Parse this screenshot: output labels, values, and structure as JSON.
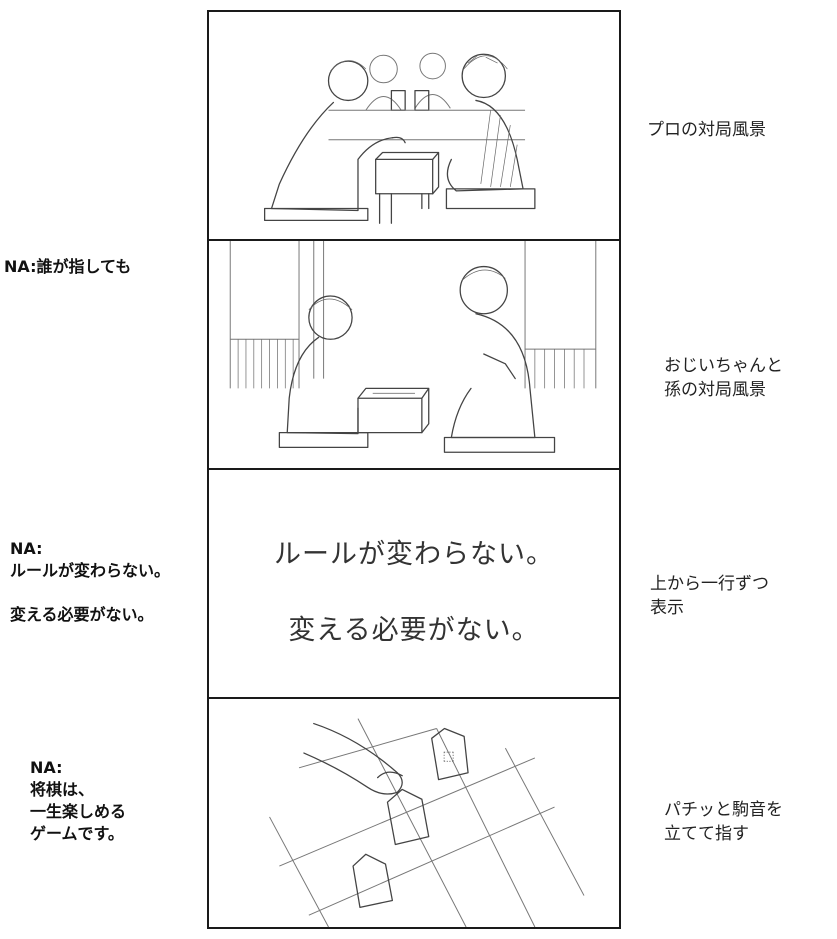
{
  "panels": [
    {
      "note": "プロの対局風景",
      "na": ""
    },
    {
      "note": "おじいちゃんと\n孫の対局風景",
      "na": "NA:誰が指しても"
    },
    {
      "note": "上から一行ずつ\n表示",
      "na": "NA:\nルールが変わらない。\n\n変える必要がない。",
      "screen_lines": [
        "ルールが変わらない。",
        "変える必要がない。"
      ]
    },
    {
      "note": "パチッと駒音を\n立てて指す",
      "na": "NA:\n将棋は、\n一生楽しめる\nゲームです。"
    }
  ]
}
